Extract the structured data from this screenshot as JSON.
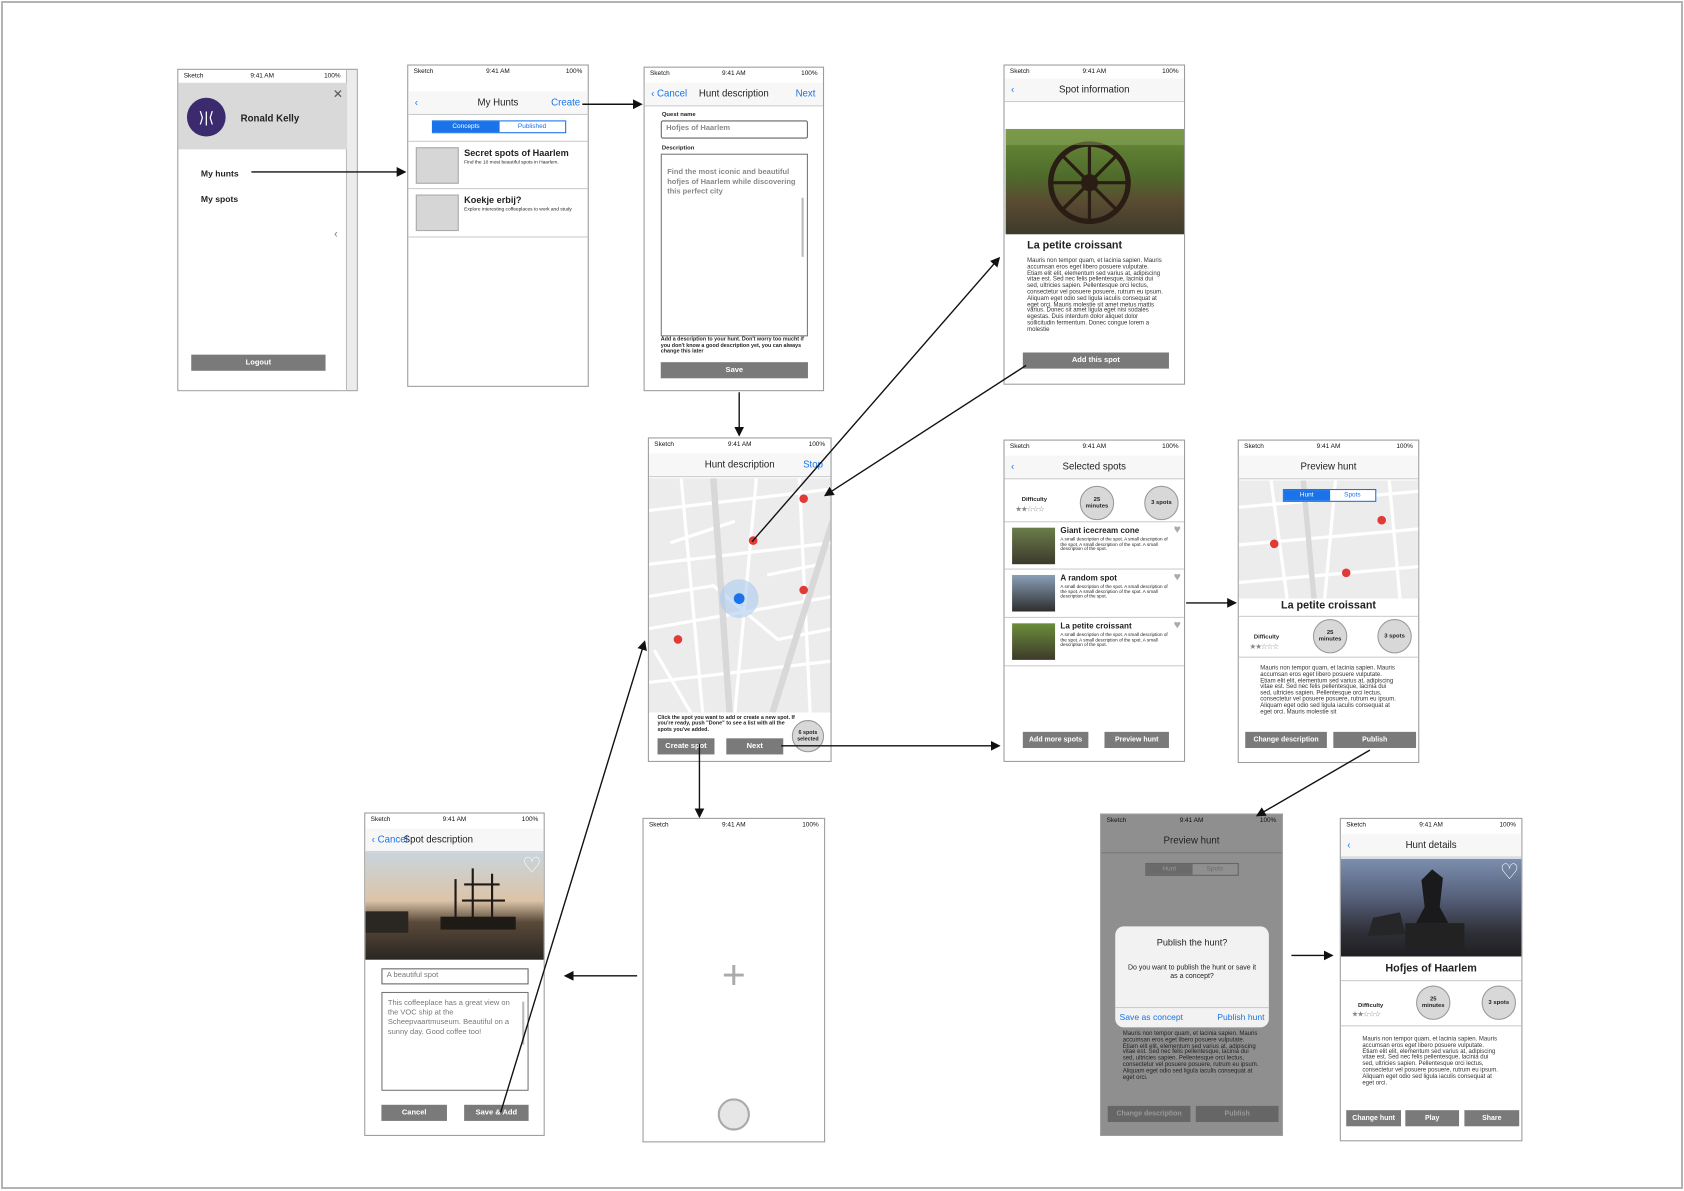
{
  "status": {
    "carrier": "Sketch",
    "time": "9:41 AM",
    "battery": "100%"
  },
  "menu": {
    "user": "Ronald Kelly",
    "items": [
      "My hunts",
      "My spots"
    ],
    "logout": "Logout"
  },
  "my_hunts": {
    "title": "My Hunts",
    "create": "Create",
    "tabs": [
      "Concepts",
      "Published"
    ],
    "items": [
      {
        "title": "Secret spots of Haarlem",
        "desc": "Find the 10 most beautiful spots in Haarlem."
      },
      {
        "title": "Koekje erbij?",
        "desc": "Explore interesting coffeeplaces to work and study"
      }
    ]
  },
  "hunt_desc": {
    "cancel": "Cancel",
    "title": "Hunt description",
    "next": "Next",
    "quest_label": "Quest name",
    "quest_value": "Hofjes of Haarlem",
    "desc_label": "Description",
    "desc_value": "Find the most iconic and beautiful hofjes of Haarlem while discovering this perfect city",
    "hint": "Add a description to your hunt. Don't worry too mucht if you don't know a good description yet, you can always change this later",
    "save": "Save"
  },
  "spot_info": {
    "title": "Spot information",
    "name": "La petite croissant",
    "body": "Mauris non tempor quam, et lacinia sapien. Mauris accumsan eros eget libero posuere vulputate. Etiam elit elit, elementum sed varius at, adipiscing vitae est. Sed nec felis pellentesque, lacinia dui sed, ultricies sapien. Pellentesque orci lectus, consectetur vel posuere posuere, rutrum eu ipsum. Aliquam eget odio sed ligula iaculis consequat at eget orci. Mauris molestie sit amet metus mattis varius. Donec sit amet ligula eget nisi sodales egestas. Duis interdum dolor aliquet dolor sollicitudin fermentum. Donec congue lorem a molestie",
    "add": "Add this spot"
  },
  "map_screen": {
    "title": "Hunt description",
    "stop": "Stop",
    "instructions": "Click the spot you want to add or create a new spot. If you're ready, push \"Done\" to see a list with all the spots you've added.",
    "create": "Create spot",
    "next": "Next",
    "count": "6 spots selected"
  },
  "selected": {
    "title": "Selected spots",
    "difficulty": "Difficulty",
    "minutes": "25 minutes",
    "spots": "3 spots",
    "items": [
      {
        "title": "Giant icecream cone",
        "desc": "A small description of the spot. A small description of the spot. A small description of the spot. A small description of the spot."
      },
      {
        "title": "A random spot",
        "desc": "A small description of the spot. A small description of the spot. A small description of the spot. A small description of the spot."
      },
      {
        "title": "La petite croissant",
        "desc": "A small description of the spot. A small description of the spot. A small description of the spot. A small description of the spot."
      }
    ],
    "add_more": "Add more spots",
    "preview": "Preview hunt"
  },
  "preview": {
    "title": "Preview hunt",
    "tabs": [
      "Hunt",
      "Spots"
    ],
    "name": "La petite croissant",
    "difficulty": "Difficulty",
    "minutes": "25 minutes",
    "spots": "3 spots",
    "body": "Mauris non tempor quam, et lacinia sapien. Mauris accumsan eros eget libero posuere vulputate. Etiam elit elit, elementum sed varius at, adipiscing vitae est. Sed nec felis pellentesque, lacinia dui sed, ultricies sapien. Pellentesque orci lectus, consectetur vel posuere posuere, rutrum eu ipsum. Aliquam eget odio sed ligula iaculis consequat at eget orci. Mauris molestie sit",
    "change": "Change description",
    "publish": "Publish"
  },
  "spot_desc": {
    "cancel": "Cancel",
    "title": "Spot description",
    "name": "A beautiful spot",
    "text": "This coffeeplace has a great view on the VOC ship at the Scheepvaartmuseum. Beautiful on a sunny day. Good coffee too!",
    "cancel_btn": "Cancel",
    "save": "Save & Add"
  },
  "camera": {
    "plus": "+"
  },
  "publish_dialog": {
    "title": "Preview hunt",
    "tabs": [
      "Hunt",
      "Spots"
    ],
    "dialog_title": "Publish the hunt?",
    "dialog_text": "Do you want to publish the hunt or save it as a concept?",
    "save_concept": "Save as concept",
    "publish_hunt": "Publish hunt",
    "body": "Mauris non tempor quam, et lacinia sapien. Mauris accumsan eros eget libero posuere vulputate. Etiam elit elit, elementum sed varius at, adipiscing vitae est. Sed nec felis pellentesque, lacinia dui sed, ultricies sapien. Pellentesque orci lectus, consectetur vel posuere posuere, rutrum eu ipsum. Aliquam eget odio sed ligula iaculis consequat at eget orci.",
    "change": "Change description",
    "publish": "Publish"
  },
  "hunt_details": {
    "title": "Hunt details",
    "name": "Hofjes of Haarlem",
    "difficulty": "Difficulty",
    "minutes": "25 minutes",
    "spots": "3 spots",
    "body": "Mauris non tempor quam, et lacinia sapien. Mauris accumsan eros eget libero posuere vulputate. Etiam elit elit, elementum sed varius at, adipiscing vitae est. Sed nec felis pellentesque, lacinia dui sed, ultricies sapien. Pellentesque orci lectus, consectetur vel posuere posuere, rutrum eu ipsum. Aliquam eget odio sed ligula iaculis consequat at eget orci.",
    "change": "Change hunt",
    "play": "Play",
    "share": "Share"
  },
  "colors": {
    "accent": "#1a73e8",
    "button": "#7a7a7a",
    "pin": "#e03b36",
    "avatar": "#3b2a6e"
  }
}
